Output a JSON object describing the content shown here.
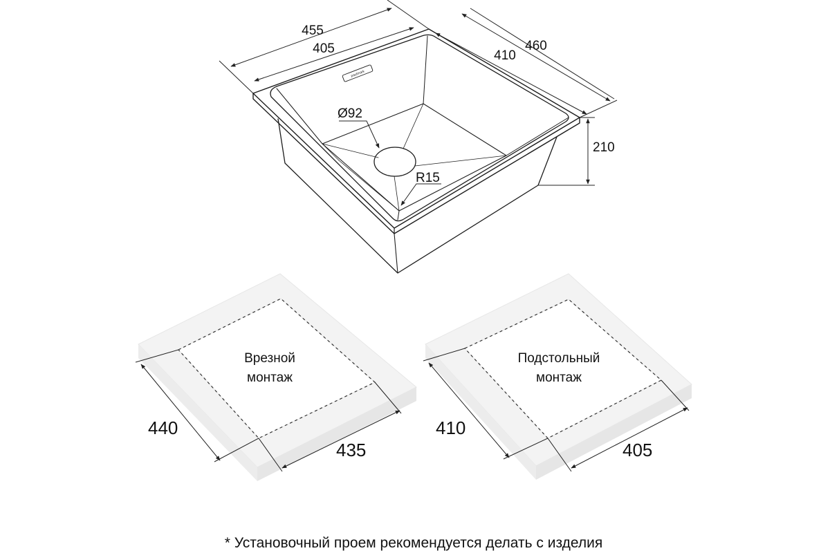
{
  "sink": {
    "brand": "paulmark",
    "dims": {
      "outer_width": "455",
      "inner_width": "405",
      "inner_depth": "410",
      "outer_depth": "460",
      "height": "210",
      "drain": "Ø92",
      "radius": "R15"
    }
  },
  "mounting": {
    "flush": {
      "label_line1": "Врезной",
      "label_line2": "монтаж",
      "dim_left": "440",
      "dim_bottom": "435"
    },
    "undermount": {
      "label_line1": "Подстольный",
      "label_line2": "монтаж",
      "dim_left": "410",
      "dim_bottom": "405"
    }
  },
  "footnote": "* Установочный проем рекомендуется делать с изделия"
}
